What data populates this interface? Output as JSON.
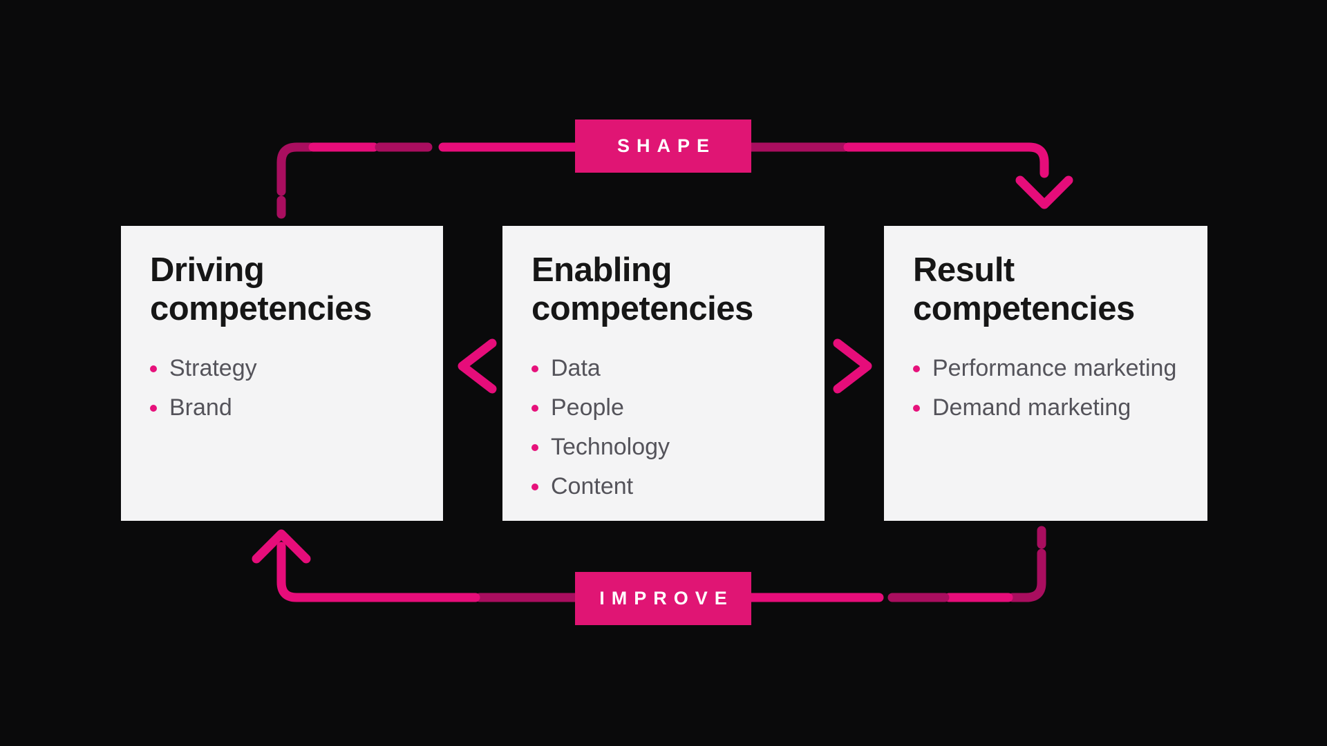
{
  "canvas": {
    "background": "#0a0a0b"
  },
  "colors": {
    "accent_bright": "#e60d7a",
    "accent_dark": "#a90e5f",
    "label_box": "#e01574",
    "card_background": "#f4f4f5",
    "card_title_text": "#161616",
    "bullet_text": "#54535a",
    "bullet_dot": "#e6117b",
    "label_text": "#ffffff"
  },
  "flow": {
    "top_label": "SHAPE",
    "bottom_label": "IMPROVE"
  },
  "icons": {
    "top_arrowhead": "arrow-down-icon",
    "bottom_arrowhead": "arrow-up-icon",
    "left_chevron": "chevron-left-icon",
    "right_chevron": "chevron-right-icon"
  },
  "cards": [
    {
      "title": "Driving competencies",
      "bullets": [
        "Strategy",
        "Brand"
      ]
    },
    {
      "title": "Enabling competencies",
      "bullets": [
        "Data",
        "People",
        "Technology",
        "Content"
      ]
    },
    {
      "title": "Result competencies",
      "bullets": [
        "Performance marketing",
        "Demand marketing"
      ]
    }
  ]
}
